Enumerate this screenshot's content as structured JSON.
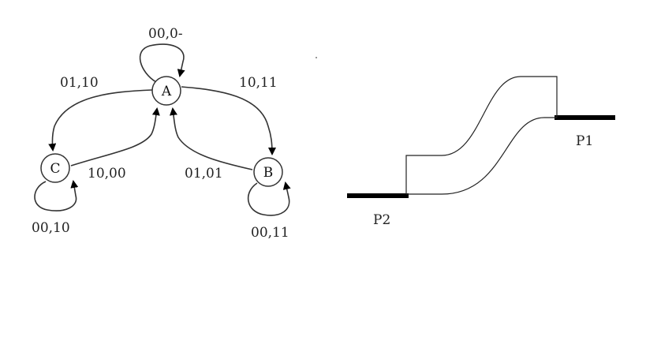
{
  "state_diagram": {
    "nodes": {
      "A": "A",
      "B": "B",
      "C": "C"
    },
    "edges": {
      "self_a": "00,0-",
      "a_to_c": "01,10",
      "a_to_b": "10,11",
      "c_to_a": "10,00",
      "b_to_a": "01,01",
      "self_c": "00,10",
      "self_b": "00,11"
    }
  },
  "channel_figure": {
    "port_left": "P2",
    "port_right": "P1"
  }
}
